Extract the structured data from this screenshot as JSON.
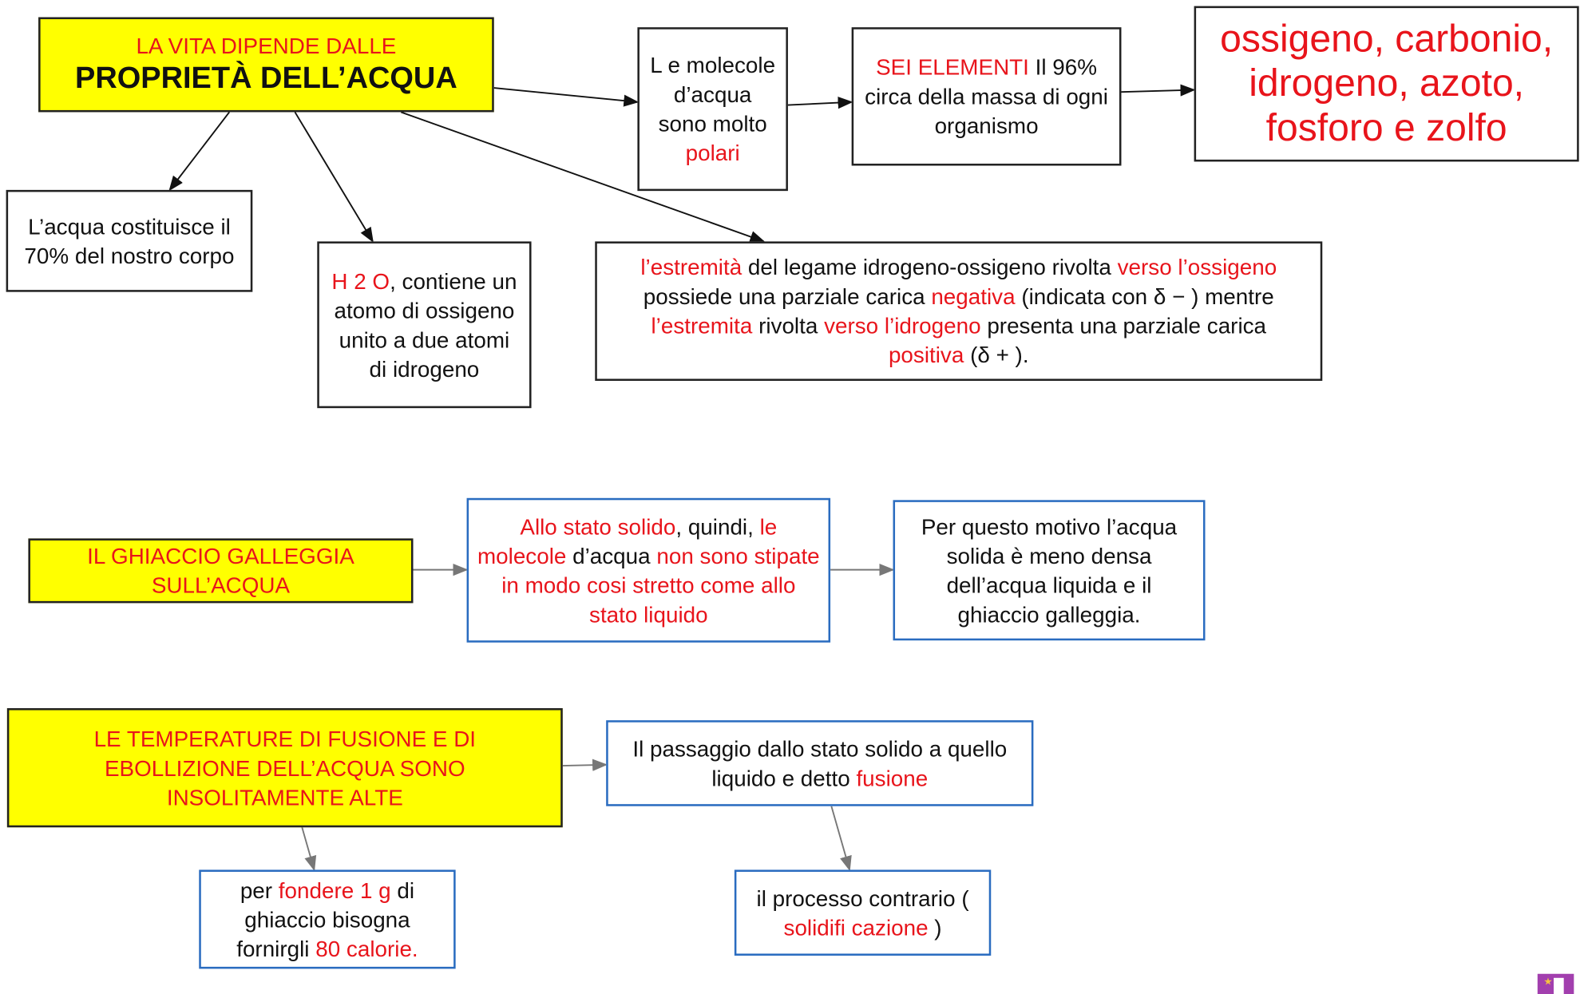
{
  "colors": {
    "red": "#e8141b",
    "yellow": "#ffff00",
    "blue_border": "#2a6cc0"
  },
  "main": {
    "line1": "LA VITA DIPENDE DALLE",
    "line2": "PROPRIETÀ DELL’ACQUA"
  },
  "polari": [
    {
      "t": "L e molecole d’acqua sono molto "
    },
    {
      "t": "polari",
      "r": true
    }
  ],
  "sei": [
    {
      "t": "SEI ELEMENTI",
      "r": true
    },
    {
      "t": " Il 96% circa della massa di ogni organismo"
    }
  ],
  "elementi": [
    {
      "t": "ossigeno, carbonio, idrogeno, azoto, fosforo e zolfo",
      "r": true
    }
  ],
  "corpo": [
    {
      "t": "L’acqua costituisce il 70% del nostro corpo"
    }
  ],
  "h2o": [
    {
      "t": "H 2 O",
      "r": true
    },
    {
      "t": ", contiene un atomo di ossigeno unito a due atomi di idrogeno"
    }
  ],
  "estremita": [
    {
      "t": "l’estremità",
      "r": true
    },
    {
      "t": " del legame idrogeno-ossigeno rivolta "
    },
    {
      "t": "verso l’ossigeno",
      "r": true
    },
    {
      "t": " possiede una parziale carica "
    },
    {
      "t": "negativa",
      "r": true
    },
    {
      "t": " (indicata con δ − ) mentre "
    },
    {
      "t": "l’estremita",
      "r": true
    },
    {
      "t": " rivolta "
    },
    {
      "t": "verso l’idrogeno",
      "r": true
    },
    {
      "t": " presenta una parziale carica "
    },
    {
      "t": "positiva",
      "r": true
    },
    {
      "t": " (δ + )."
    }
  ],
  "ghiaccio": [
    {
      "t": "IL GHIACCIO GALLEGGIA SULL’ACQUA",
      "r": true
    }
  ],
  "solido": [
    {
      "t": "Allo stato solido",
      "r": true
    },
    {
      "t": ", quindi, "
    },
    {
      "t": "le molecole",
      "r": true
    },
    {
      "t": " d’acqua "
    },
    {
      "t": "non sono stipate in modo cosi stretto come allo stato liquido",
      "r": true
    }
  ],
  "motivo": [
    {
      "t": "Per questo motivo l’acqua solida è meno densa dell’acqua liquida e il ghiaccio galleggia."
    }
  ],
  "temperature": [
    {
      "t": "LE TEMPERATURE DI FUSIONE E DI EBOLLIZIONE DELL’ACQUA SONO INSOLITAMENTE ALTE",
      "r": true
    }
  ],
  "passaggio": [
    {
      "t": "Il passaggio dallo stato solido a quello liquido e detto "
    },
    {
      "t": "fusione",
      "r": true
    }
  ],
  "fondere": [
    {
      "t": "per "
    },
    {
      "t": "fondere 1 g",
      "r": true
    },
    {
      "t": " di ghiaccio bisogna fornirgli "
    },
    {
      "t": "80 calorie.",
      "r": true
    }
  ],
  "contrario": [
    {
      "t": "il processo contrario ( "
    },
    {
      "t": "solidifi cazione",
      "r": true
    },
    {
      "t": " )"
    }
  ]
}
